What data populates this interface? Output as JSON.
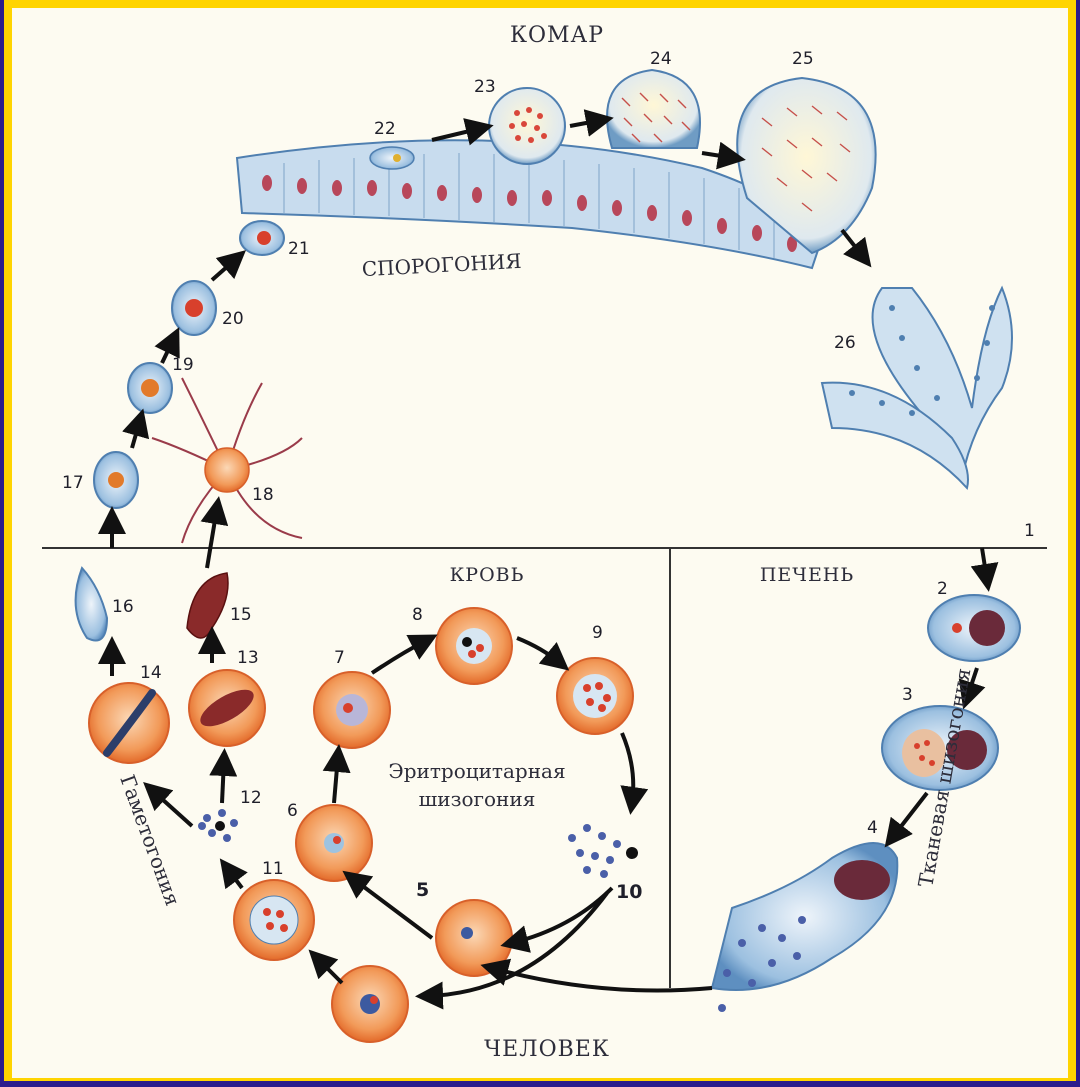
{
  "regions": {
    "mosquito": "КОМАР",
    "human": "ЧЕЛОВЕК",
    "blood": "КРОВЬ",
    "liver": "ПЕЧЕНЬ"
  },
  "processes": {
    "sporogony": "СПОРОГОНИЯ",
    "gametogony": "Гаметогония",
    "erythrocytic_line1": "Эритроцитарная",
    "erythrocytic_line2": "шизогония",
    "tissue": "Тканевая шизогония"
  },
  "stages": {
    "s1": "1",
    "s2": "2",
    "s3": "3",
    "s4": "4",
    "s5": "5",
    "s6": "6",
    "s7": "7",
    "s8": "8",
    "s9": "9",
    "s10": "10",
    "s11": "11",
    "s12": "12",
    "s13": "13",
    "s14": "14",
    "s15": "15",
    "s16": "16",
    "s17": "17",
    "s18": "18",
    "s19": "19",
    "s20": "20",
    "s21": "21",
    "s22": "22",
    "s23": "23",
    "s24": "24",
    "s25": "25",
    "s26": "26"
  },
  "colors": {
    "background": "#2b1c8c",
    "border": "#ffd400",
    "canvas": "#fdfbf1",
    "erythrocyte": "#f08a45",
    "parasite_nucleus": "#c8352a",
    "epithelium": "#b9d3ea"
  }
}
